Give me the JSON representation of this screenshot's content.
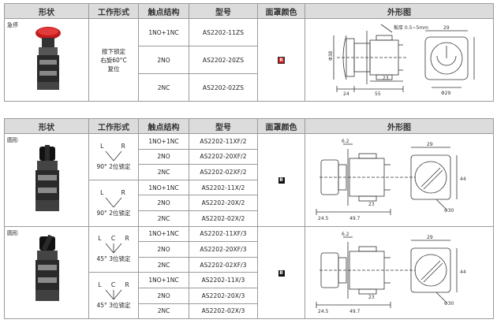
{
  "headers": {
    "shape": "形状",
    "mode": "工作形式",
    "contact": "触点结构",
    "model": "型号",
    "cover": "面罩颜色",
    "outline": "外形图"
  },
  "table1": {
    "shape_label": "急停",
    "mode_text": [
      "按下锁定",
      "右旋60°C",
      "复位"
    ],
    "rows": [
      {
        "contact": "1NO+1NC",
        "model": "AS2202-11ZS"
      },
      {
        "contact": "2NO",
        "model": "AS2202-20ZS"
      },
      {
        "contact": "2NC",
        "model": "AS2202-02ZS"
      }
    ],
    "cover_letter": "R",
    "drawing": {
      "panel_note": "板厚 0.5~5mm",
      "dims": [
        "Φ38",
        "23",
        "24",
        "55",
        "29",
        "Φ29"
      ]
    }
  },
  "table2": {
    "groups": [
      {
        "shape_label": "圆形",
        "blocks": [
          {
            "positions": "L R",
            "caption": "90° 2位锁定",
            "rows": [
              {
                "contact": "1NO+1NC",
                "model": "AS2202-11XF/2"
              },
              {
                "contact": "2NO",
                "model": "AS2202-20XF/2"
              },
              {
                "contact": "2NC",
                "model": "AS2202-02XF/2"
              }
            ]
          },
          {
            "positions": "L R",
            "caption": "90° 2位锁定",
            "rows": [
              {
                "contact": "1NO+1NC",
                "model": "AS2202-11X/2"
              },
              {
                "contact": "2NO",
                "model": "AS2202-20X/2"
              },
              {
                "contact": "2NC",
                "model": "AS2202-02X/2"
              }
            ]
          }
        ],
        "cover_letter": "B",
        "drawing": {
          "dims": [
            "6.2",
            "29",
            "44",
            "23",
            "24.5",
            "49.7",
            "Φ30"
          ]
        }
      },
      {
        "shape_label": "圆形",
        "blocks": [
          {
            "positions": "L C R",
            "caption": "45° 3位锁定",
            "rows": [
              {
                "contact": "1NO+1NC",
                "model": "AS2202-11XF/3"
              },
              {
                "contact": "2NO",
                "model": "AS2202-20XF/3"
              },
              {
                "contact": "2NC",
                "model": "AS2202-02XF/3"
              }
            ]
          },
          {
            "positions": "L C R",
            "caption": "45° 3位锁定",
            "rows": [
              {
                "contact": "1NO+1NC",
                "model": "AS2202-11X/3"
              },
              {
                "contact": "2NO",
                "model": "AS2202-20X/3"
              },
              {
                "contact": "2NC",
                "model": "AS2202-02X/3"
              }
            ]
          }
        ],
        "cover_letter": "B",
        "drawing": {
          "dims": [
            "6.2",
            "29",
            "44",
            "23",
            "24.5",
            "49.7",
            "Φ30"
          ]
        }
      }
    ]
  },
  "colors": {
    "header_bg": "#dcdcdc",
    "red_badge": "#c81414",
    "black_badge": "#111111"
  }
}
